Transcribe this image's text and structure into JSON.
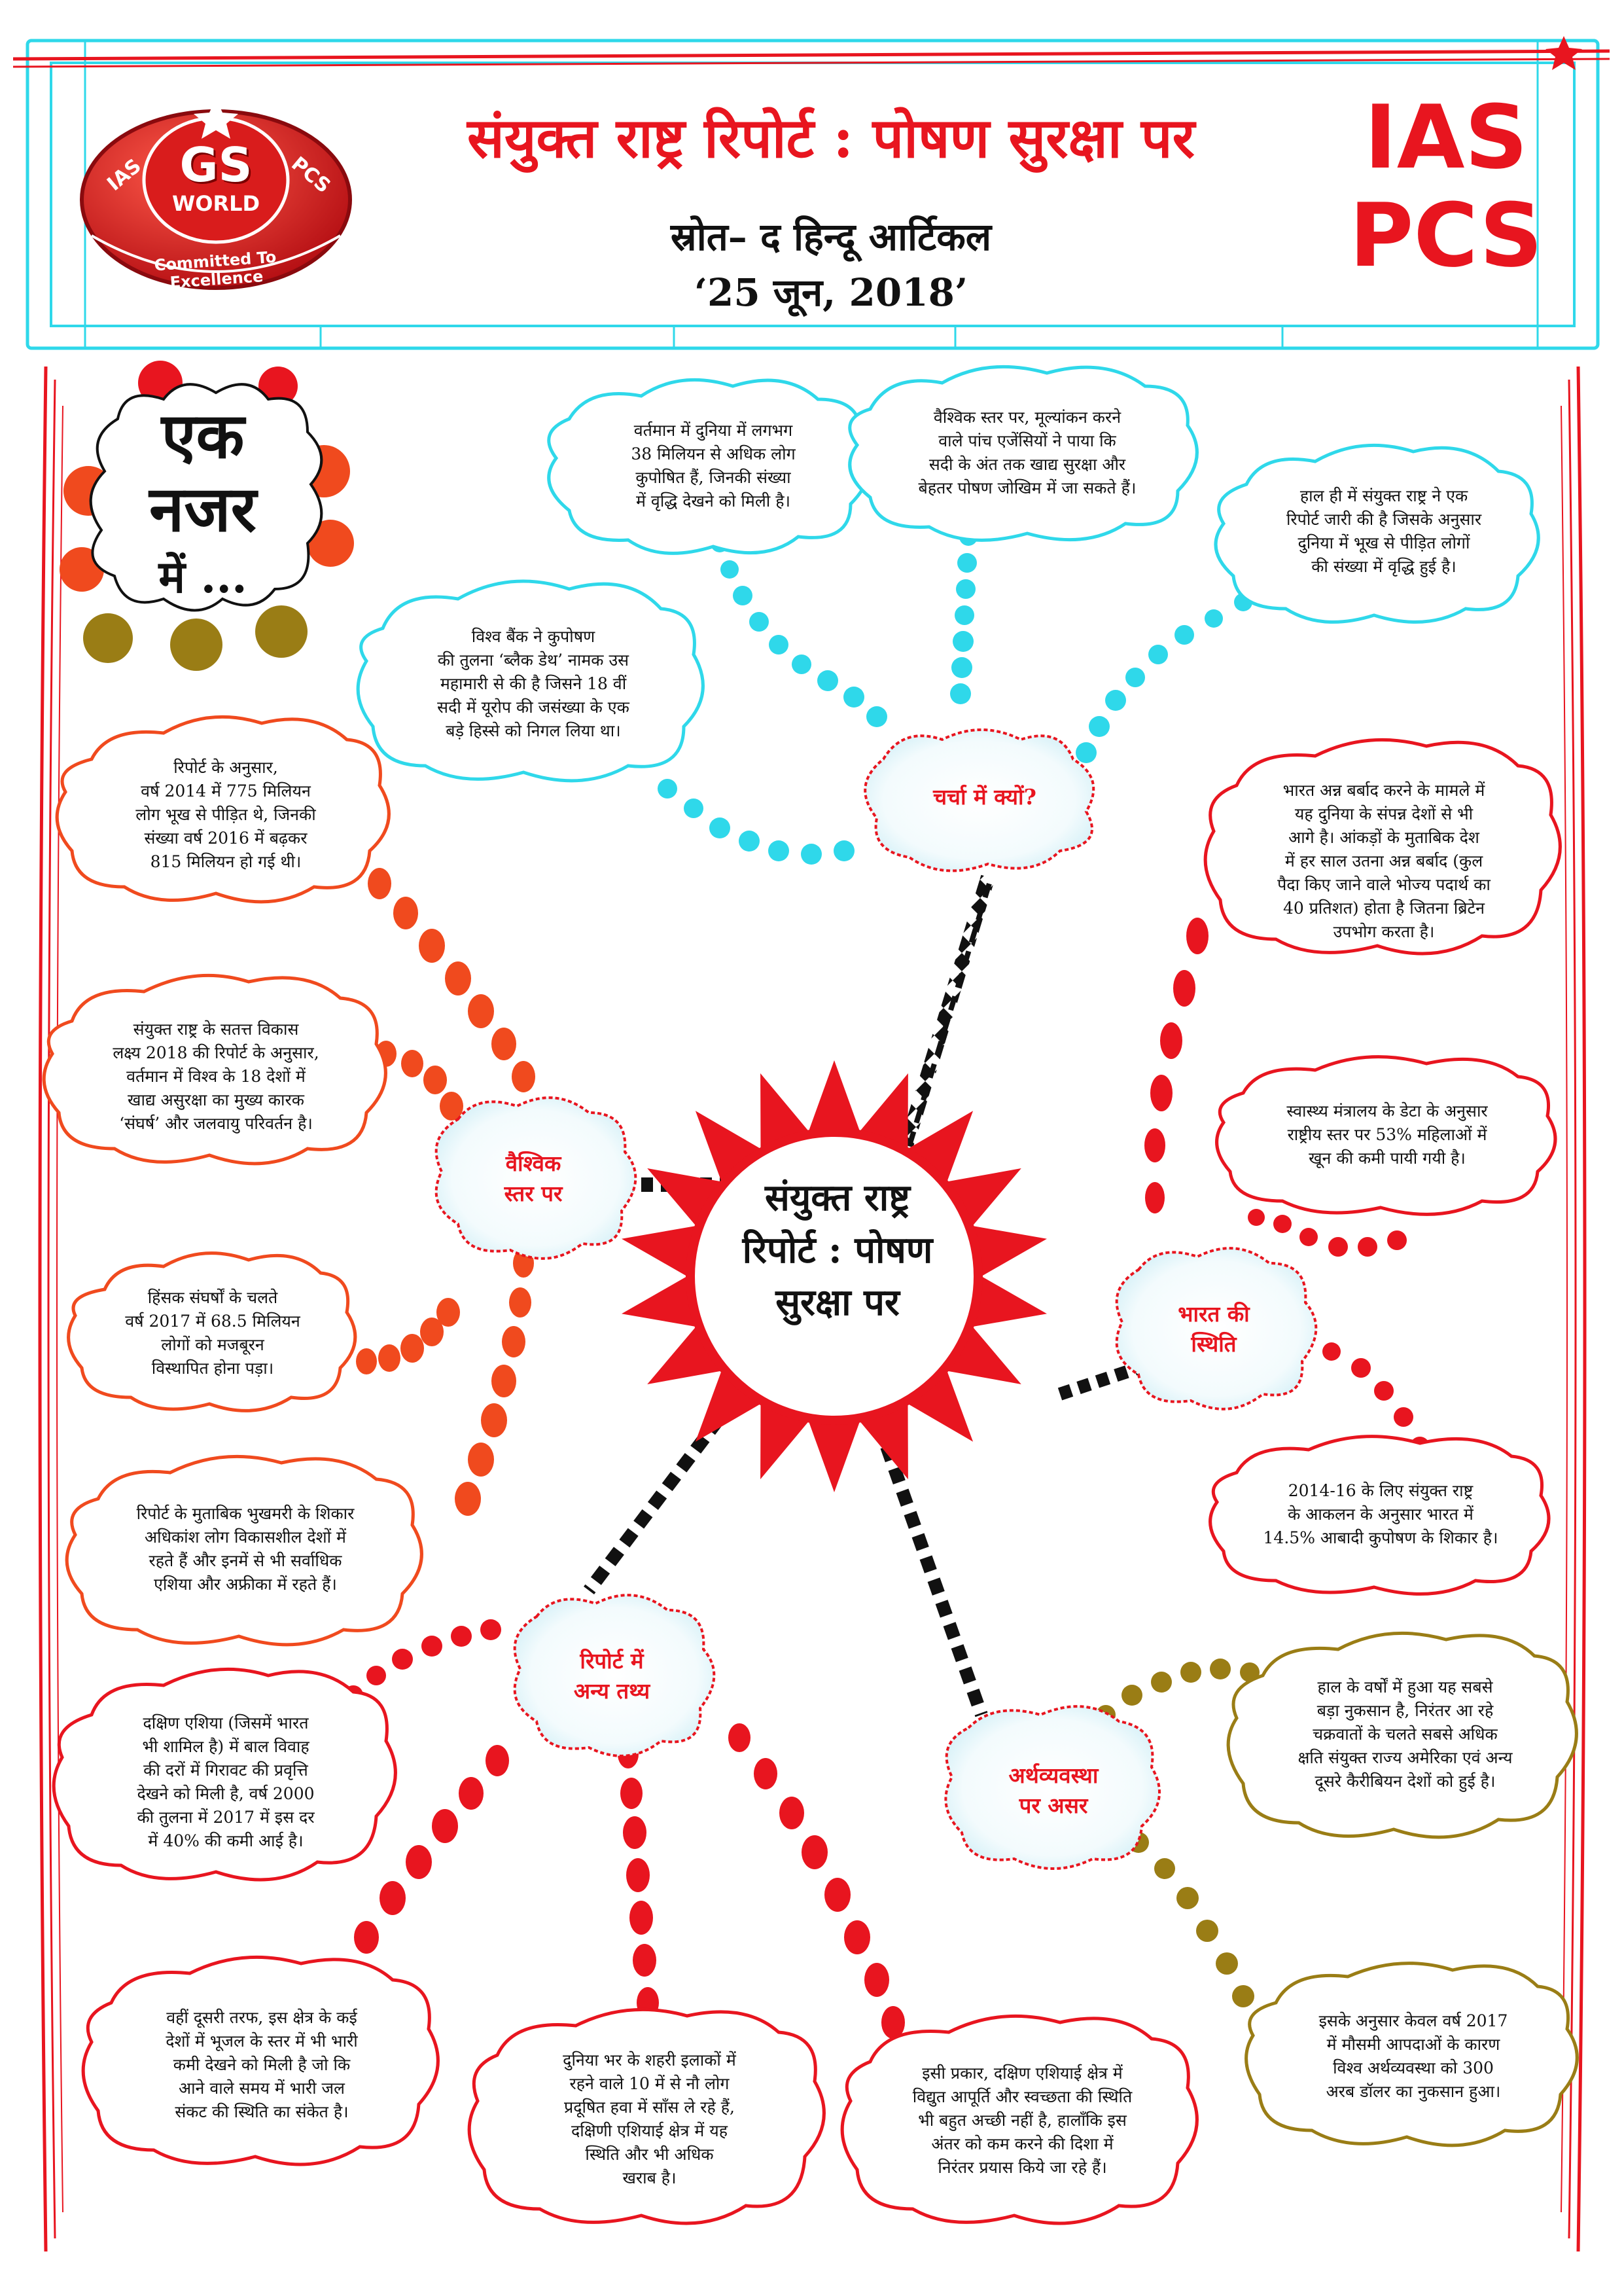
{
  "header": {
    "title": "संयुक्त राष्ट्र रिपोर्ट : पोषण सुरक्षा पर",
    "source": "स्रोत– द हिन्दू आर्टिकल",
    "date": "‘25 जून, 2018’",
    "badge_line1": "IAS",
    "badge_line2": "PCS"
  },
  "logo": {
    "main": "GS",
    "sub": "WORLD",
    "left": "IAS",
    "right": "PCS",
    "tagline": "Committed To Excellence"
  },
  "glance": {
    "line1": "एक",
    "line2": "नजर",
    "line3": "में ..."
  },
  "center": {
    "line1": "संयुक्त राष्ट्र",
    "line2": "रिपोर्ट : पोषण",
    "line3": "सुरक्षा पर"
  },
  "hubs": {
    "why": "चर्चा में क्यों?",
    "global": [
      "वैश्विक",
      "स्तर पर"
    ],
    "india": [
      "भारत की",
      "स्थिति"
    ],
    "facts": [
      "रिपोर्ट में",
      "अन्य तथ्य"
    ],
    "economy": [
      "अर्थव्यवस्था",
      "पर असर"
    ]
  },
  "notes": {
    "why_1": [
      "वर्तमान में दुनिया में लगभग",
      "38 मिलियन से अधिक लोग",
      "कुपोषित हैं, जिनकी संख्या",
      "में वृद्धि देखने को मिली है।"
    ],
    "why_2": [
      "वैश्विक स्तर पर, मूल्यांकन करने",
      "वाले पांच एजेंसियों ने पाया कि",
      "सदी के अंत तक खाद्य सुरक्षा और",
      "बेहतर पोषण जोखिम में जा सकते हैं।"
    ],
    "why_3": [
      "हाल ही में संयुक्त राष्ट्र ने एक",
      "रिपोर्ट जारी की है जिसके अनुसार",
      "दुनिया में भूख से पीड़ित लोगों",
      "की संख्या में वृद्धि हुई है।"
    ],
    "why_4": [
      "विश्व बैंक ने कुपोषण",
      "की तुलना ‘ब्लैक डेथ’ नामक उस",
      "महामारी से की है जिसने 18 वीं",
      "सदी में यूरोप की जसंख्या के एक",
      "बड़े हिस्से को निगल लिया था।"
    ],
    "global_1": [
      "रिपोर्ट के अनुसार,",
      "वर्ष 2014 में 775 मिलियन",
      "लोग भूख से पीड़ित थे, जिनकी",
      "संख्या वर्ष 2016 में बढ़कर",
      "815 मिलियन हो गई थी।"
    ],
    "global_2": [
      "संयुक्त राष्ट्र के सतत्त विकास",
      "लक्ष्य 2018 की रिपोर्ट के अनुसार,",
      "वर्तमान में विश्व के 18 देशों में",
      "खाद्य असुरक्षा का मुख्य कारक",
      "‘संघर्ष’ और जलवायु परिवर्तन है।"
    ],
    "global_3": [
      "हिंसक संघर्षों के चलते",
      "वर्ष 2017 में 68.5 मिलियन",
      "लोगों को मजबूरन",
      "विस्थापित होना पड़ा।"
    ],
    "global_4": [
      "रिपोर्ट के मुताबिक भुखमरी के शिकार",
      "अधिकांश लोग विकासशील देशों में",
      "रहते हैं और इनमें से भी सर्वाधिक",
      "एशिया और अफ्रीका में रहते हैं।"
    ],
    "india_1": [
      "भारत अन्न बर्बाद करने के मामले में",
      "यह दुनिया के संपन्न देशों से भी",
      "आगे है। आंकड़ों के मुताबिक देश",
      "में हर साल उतना अन्न बर्बाद (कुल",
      "पैदा किए जाने वाले भोज्य पदार्थ का",
      "40 प्रतिशत) होता है जितना ब्रिटेन",
      "उपभोग करता है।"
    ],
    "india_2": [
      "स्वास्थ्य मंत्रालय के डेटा के अनुसार",
      "राष्ट्रीय स्तर पर 53% महिलाओं में",
      "खून की कमी पायी गयी है।"
    ],
    "india_3": [
      "2014-16 के लिए संयुक्त राष्ट्र",
      "के आकलन के अनुसार भारत में",
      "14.5% आबादी कुपोषण के शिकार है।"
    ],
    "facts_1": [
      "दक्षिण एशिया (जिसमें भारत",
      "भी शामिल है) में बाल विवाह",
      "की दरों में गिरावट की प्रवृत्ति",
      "देखने को मिली है, वर्ष 2000",
      "की तुलना में 2017 में इस दर",
      "में 40% की कमी आई है।"
    ],
    "facts_2": [
      "वहीं दूसरी तरफ, इस क्षेत्र के कई",
      "देशों में भूजल के स्तर में भी भारी",
      "कमी देखने को मिली है जो कि",
      "आने वाले समय में भारी जल",
      "संकट की स्थिति का संकेत है।"
    ],
    "facts_3": [
      "दुनिया भर के शहरी इलाकों में",
      "रहने वाले 10 में से नौ लोग",
      "प्रदूषित हवा में साँस ले रहे हैं,",
      "दक्षिणी एशियाई क्षेत्र में यह",
      "स्थिति और भी अधिक",
      "खराब है।"
    ],
    "facts_4": [
      "इसी प्रकार, दक्षिण एशियाई क्षेत्र में",
      "विद्युत आपूर्ति और स्वच्छता की स्थिति",
      "भी बहुत अच्छी नहीं है, हालाँकि इस",
      "अंतर को कम करने की दिशा में",
      "निरंतर प्रयास किये जा रहे हैं।"
    ],
    "economy_1": [
      "हाल के वर्षों में हुआ यह सबसे",
      "बड़ा नुकसान है, निरंतर आ रहे",
      "चक्रवातों के चलते सबसे अधिक",
      "क्षति संयुक्त राज्य अमेरिका एवं अन्य",
      "दूसरे कैरीबियन देशों को हुई है।"
    ],
    "economy_2": [
      "इसके अनुसार केवल वर्ष 2017",
      "में मौसमी आपदाओं के कारण",
      "विश्व अर्थव्यवस्था को 300",
      "अरब डॉलर का नुकसान हुआ।"
    ]
  },
  "colors": {
    "red": "#e8151f",
    "cyan": "#2fd8ea",
    "orange_red": "#f04a1e",
    "olive": "#9a7d15",
    "black": "#111111"
  }
}
